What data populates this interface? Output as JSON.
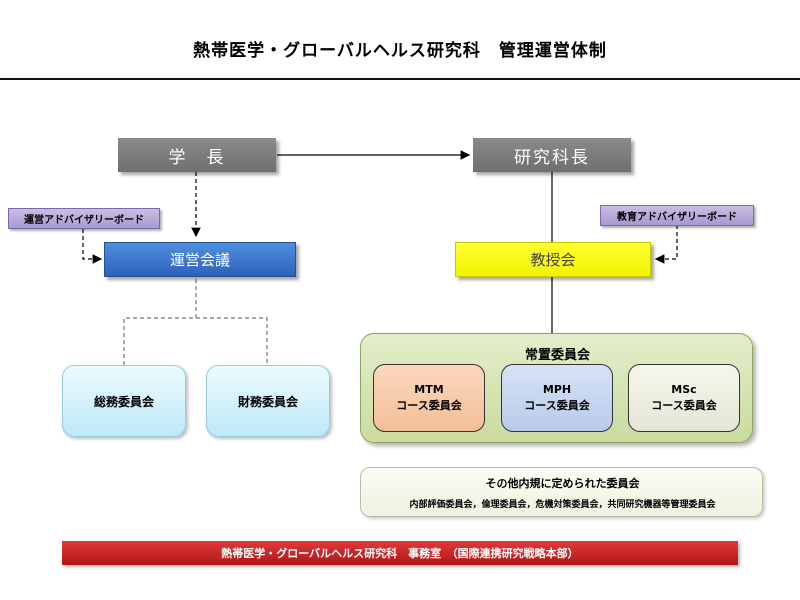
{
  "title": "熱帯医学・グローバルヘルス研究科　管理運営体制",
  "nodes": {
    "president": "学　長",
    "dean": "研究科長",
    "admin_advisory": "運営アドバイザリーボード",
    "edu_advisory": "教育アドバイザリーボード",
    "management_council": "運営会議",
    "faculty_council": "教授会",
    "general_affairs": "総務委員会",
    "finance": "財務委員会",
    "standing_committees": {
      "title": "常置委員会",
      "items": [
        {
          "line1": "MTM",
          "line2": "コース委員会"
        },
        {
          "line1": "MPH",
          "line2": "コース委員会"
        },
        {
          "line1": "MSc",
          "line2": "コース委員会"
        }
      ]
    },
    "other_committees": {
      "title": "その他内規に定められた委員会",
      "list": "内部評価委員会，倫理委員会，危機対策委員会，共同研究機器等管理委員会"
    },
    "office": "熱帯医学・グローバルヘルス研究科　事務室　（国際連携研究戦略本部）"
  },
  "colors": {
    "gray": "#7c7c7c",
    "blue": "#3b76cc",
    "yellow": "#ffff1a",
    "purple": "#b7a9d9",
    "cyan": "#d3f2fb",
    "green": "#d6e4b4",
    "mtm": "#f7c9a7",
    "mph": "#c7d6ef",
    "msc": "#eeeee0",
    "red": "#c92323"
  }
}
